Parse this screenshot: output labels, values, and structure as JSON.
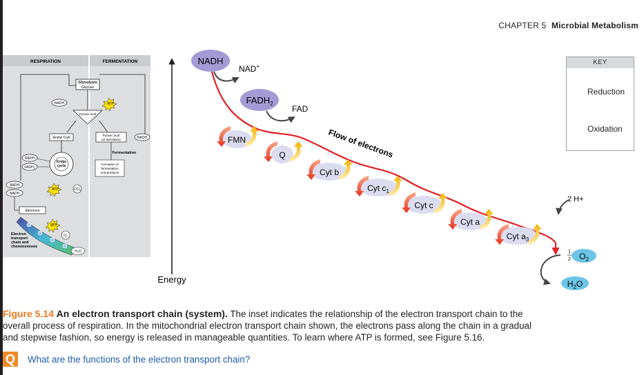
{
  "header": {
    "chapter": "CHAPTER 5",
    "title": "Microbial Metabolism"
  },
  "inset": {
    "respiration": "RESPIRATION",
    "fermentation": "FERMENTATION",
    "glycolysis": "Glycolysis",
    "glucose": "Glucose",
    "nadh": "NADH",
    "atp": "ATP",
    "pyruvic_acid": "Pyruvic acid",
    "pyruvic_deriv_1": "Pyruvic acid",
    "pyruvic_deriv_2": "(or derivative)",
    "fermentation_label": "Fermentation",
    "acetyl_coa": "Acetyl CoA",
    "krebs_1": "Krebs",
    "krebs_2": "cycle",
    "nadh2": "NADH",
    "fadh2": "FADH",
    "co2": "CO",
    "formation_1": "Formation of",
    "formation_2": "fermentation",
    "formation_3": "end-products",
    "electrons": "Electrons",
    "etc_1": "Electron",
    "etc_2": "transport",
    "etc_3": "chain and",
    "etc_4": "chemiosmosis",
    "o2": "O",
    "h2o": "H",
    "h2o_tail": "O",
    "sub2": "2"
  },
  "chain": {
    "nadh": "NADH",
    "nad_plus": "NAD",
    "plus": "+",
    "fadh": "FADH",
    "sub2": "2",
    "fad": "FAD",
    "fmn": "FMN",
    "q": "Q",
    "cytb": "Cyt b",
    "cytc1": "Cyt c",
    "sub1": "1",
    "cytc": "Cyt c",
    "cyta": "Cyt a",
    "cyta3": "Cyt a",
    "sub3": "3",
    "flow": "Flow of electrons",
    "two_h": "2 H+",
    "half_num": "1",
    "half_den": "2",
    "o2": "O",
    "h2o": "H",
    "h2o_tail": "O",
    "energy": "Energy"
  },
  "key": {
    "title": "KEY",
    "reduction": "Reduction",
    "oxidation": "Oxidation"
  },
  "caption": {
    "figure_number": "Figure 5.14",
    "figure_title": "An electron transport chain (system).",
    "text": "The inset indicates the relationship of the electron transport chain to the overall process of respiration. In the mitochondrial electron transport chain shown, the electrons pass along the chain in a gradual and stepwise fashion, so energy is released in manageable quantities. To learn where ATP is formed, see Figure 5.16."
  },
  "question": {
    "icon": "Q",
    "text": "What are the functions of the electron transport chain?"
  },
  "colors": {
    "accent_orange": "#e8781e",
    "question_blue": "#1f5fa8",
    "carrier_fill": "#dcdcf0",
    "nadh_fill": "#a49bd6",
    "reduction": "#f05a3c",
    "oxidation": "#ffc20e",
    "electron_flow": "#e31e24",
    "water_blue": "#6cc5e6"
  }
}
